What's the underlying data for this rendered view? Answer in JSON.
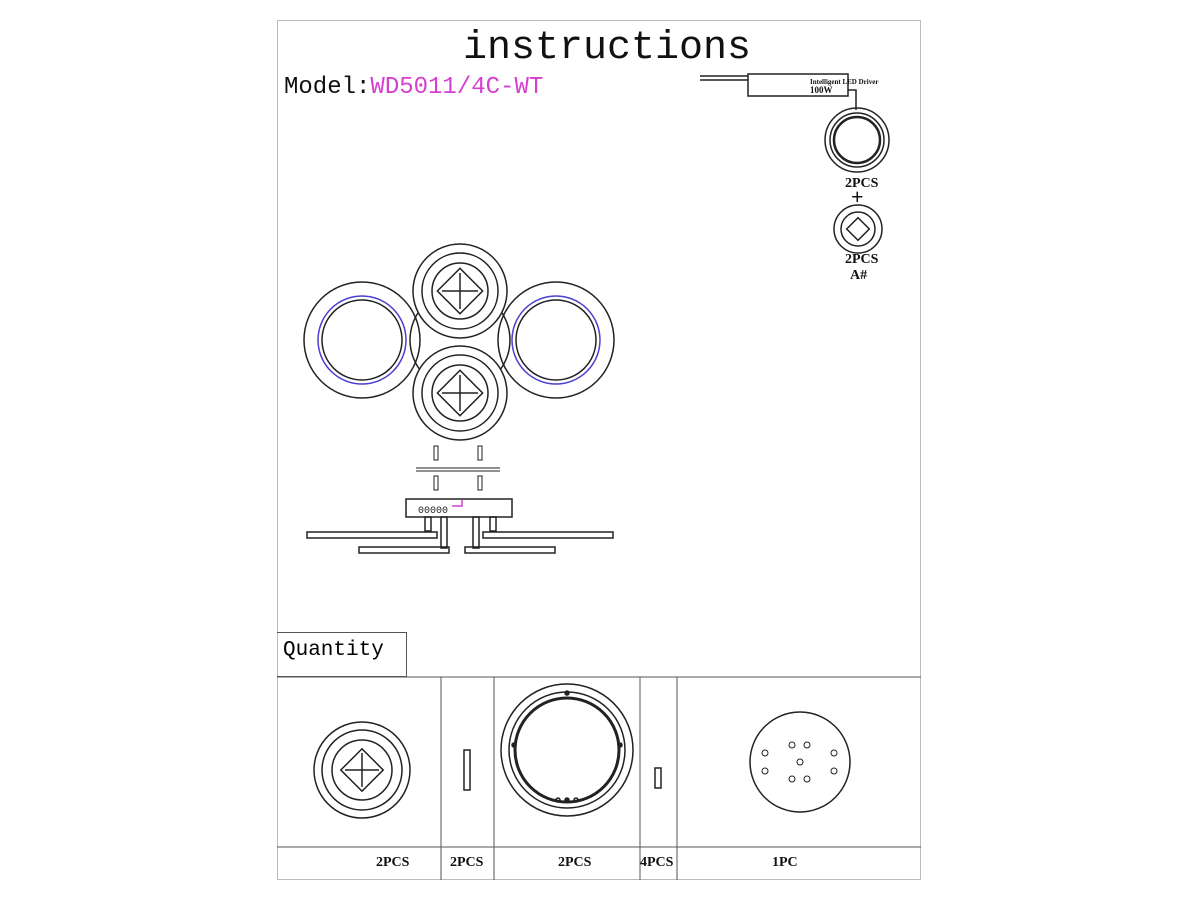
{
  "title": "instructions",
  "model": {
    "label": "Model:",
    "value": "WD5011/4C-WT"
  },
  "driver": {
    "name": "Intelligent LED Driver",
    "power": "100W"
  },
  "side": {
    "ring_qty": "2PCS",
    "plus": "+",
    "lamp_qty": "2PCS",
    "lamp_code": "A#"
  },
  "quantity": {
    "heading": "Quantity",
    "items": [
      "2PCS",
      "2PCS",
      "2PCS",
      "4PCS",
      "1PC"
    ]
  },
  "colors": {
    "accent": "#d43fd0",
    "ring": "#4a3fd0"
  }
}
